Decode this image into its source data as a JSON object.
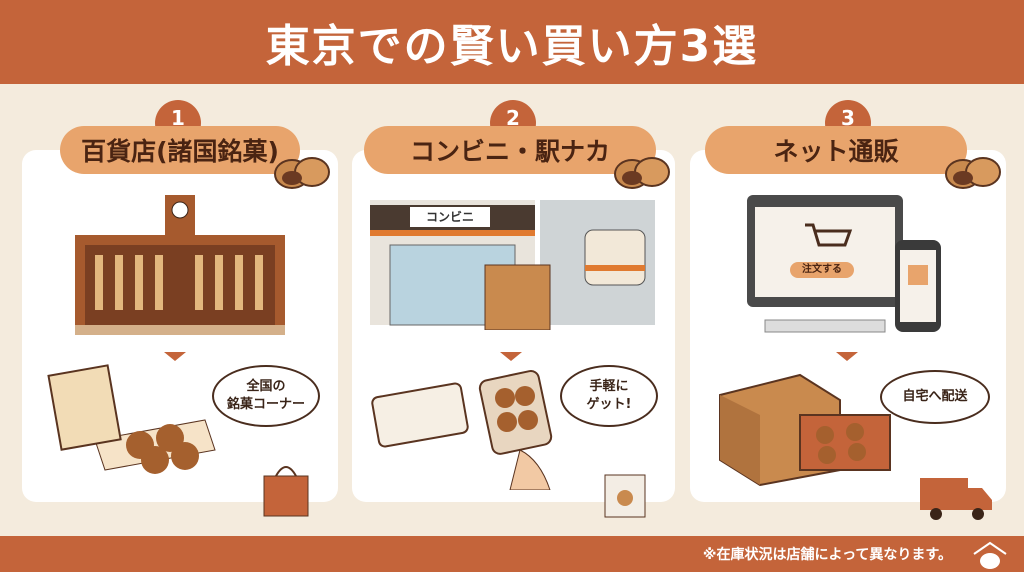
{
  "title": "東京での賢い買い方3選",
  "colors": {
    "brand": "#c4643a",
    "pill": "#e8a46c",
    "background": "#f4ebdd"
  },
  "methods": [
    {
      "number": "1",
      "label": "百貨店(諸国銘菓)",
      "bubble": [
        "全国の",
        "銘菓コーナー"
      ]
    },
    {
      "number": "2",
      "label": "コンビニ・駅ナカ",
      "sign": "コンビニ",
      "bubble": [
        "手軽に",
        "ゲット!"
      ]
    },
    {
      "number": "3",
      "label": "ネット通販",
      "order_button": "注文する",
      "bubble": [
        "自宅へ配送"
      ]
    }
  ],
  "footer": {
    "note": "※在庫状況は店舗によって異なります。"
  }
}
